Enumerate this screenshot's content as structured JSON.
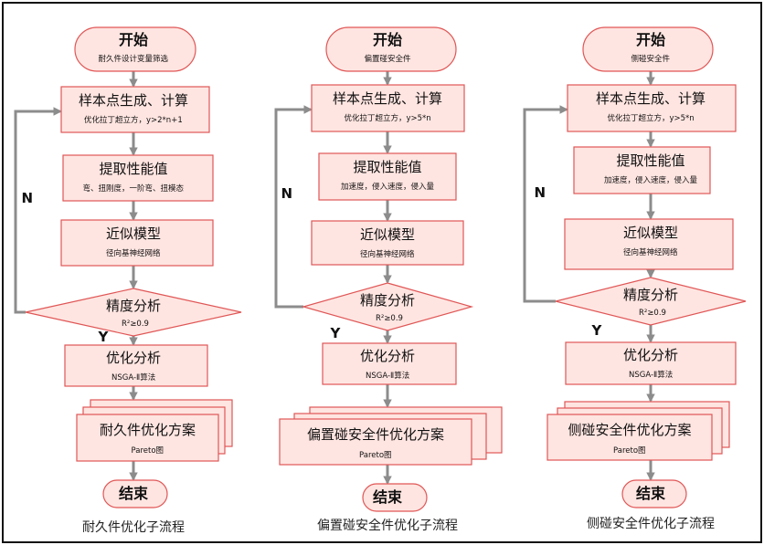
{
  "flows": [
    {
      "start": {
        "title": "开始",
        "sub": "耐久件设计变量筛选"
      },
      "sample": {
        "title": "样本点生成、计算",
        "sub": "优化拉丁超立方，y>2*n+1"
      },
      "extract": {
        "title": "提取性能值",
        "sub": "弯、扭刚度，一阶弯、扭模态"
      },
      "approx": {
        "title": "近似模型",
        "sub": "径向基神经网络"
      },
      "accuracy": {
        "title": "精度分析",
        "sub": "R²≥0.9"
      },
      "loop_label": "N",
      "yes_label": "Y",
      "optimize": {
        "title": "优化分析",
        "sub": "NSGA-Ⅱ算法"
      },
      "plan": {
        "title": "耐久件优化方案",
        "sub": "Pareto图"
      },
      "end": "结束",
      "caption": "耐久件优化子流程"
    },
    {
      "start": {
        "title": "开始",
        "sub": "偏置碰安全件"
      },
      "sample": {
        "title": "样本点生成、计算",
        "sub": "优化拉丁超立方，y>5*n"
      },
      "extract": {
        "title": "提取性能值",
        "sub": "加速度，侵入速度，侵入量"
      },
      "approx": {
        "title": "近似模型",
        "sub": "径向基神经网络"
      },
      "accuracy": {
        "title": "精度分析",
        "sub": "R²≥0.9"
      },
      "loop_label": "N",
      "yes_label": "Y",
      "optimize": {
        "title": "优化分析",
        "sub": "NSGA-Ⅱ算法"
      },
      "plan": {
        "title": "偏置碰安全件优化方案",
        "sub": "Pareto图"
      },
      "end": "结束",
      "caption": "偏置碰安全件优化子流程"
    },
    {
      "start": {
        "title": "开始",
        "sub": "侧碰安全件"
      },
      "sample": {
        "title": "样本点生成、计算",
        "sub": "优化拉丁超立方，y>5*n"
      },
      "extract": {
        "title": "提取性能值",
        "sub": "加速度，侵入速度，侵入量"
      },
      "approx": {
        "title": "近似模型",
        "sub": "径向基神经网络"
      },
      "accuracy": {
        "title": "精度分析",
        "sub": "R²≥0.9"
      },
      "loop_label": "N",
      "yes_label": "Y",
      "optimize": {
        "title": "优化分析",
        "sub": "NSGA-Ⅱ算法"
      },
      "plan": {
        "title": "侧碰安全件优化方案",
        "sub": "Pareto图"
      },
      "end": "结束",
      "caption": "侧碰安全件优化子流程"
    }
  ],
  "colors": {
    "box_fill": "#FFE5E1",
    "box_stroke": "#E05656",
    "arrow": "#8C8C8C",
    "text": "#111111"
  }
}
